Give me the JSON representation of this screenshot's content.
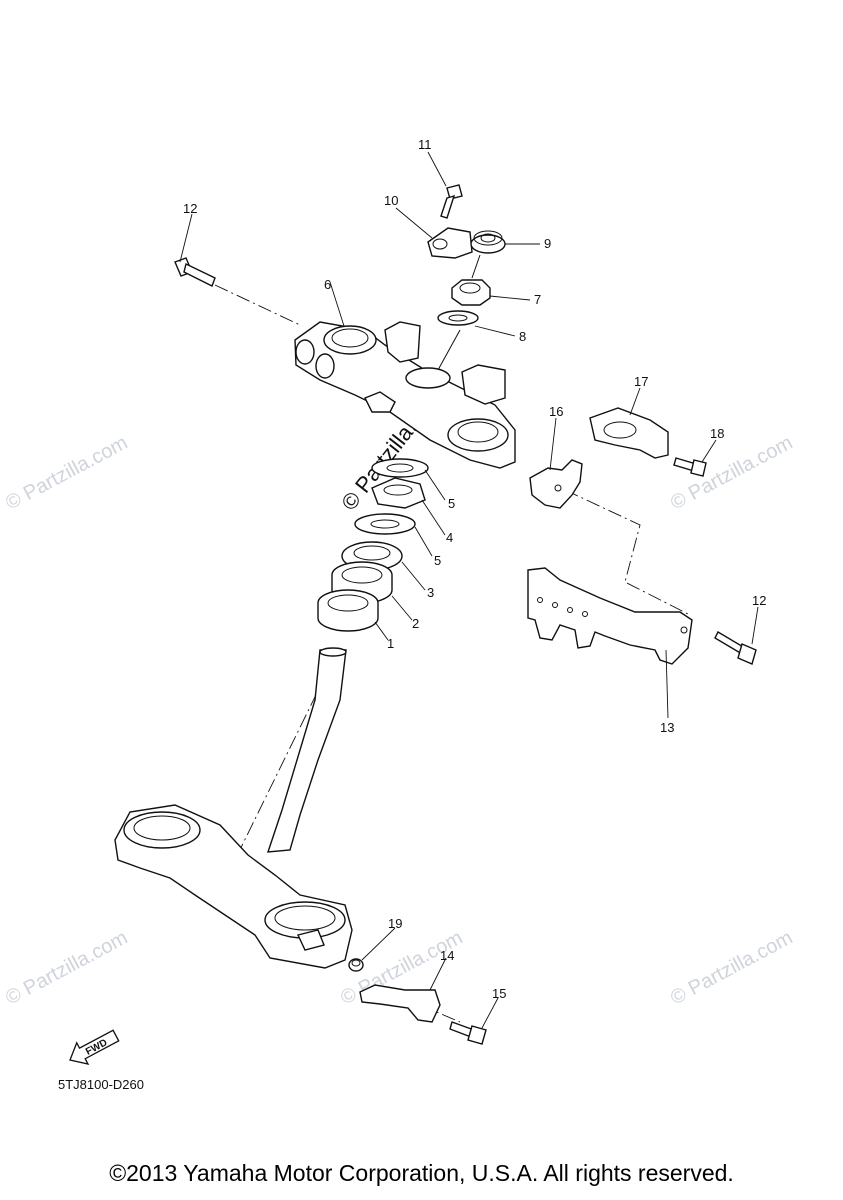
{
  "diagram": {
    "part_code": "5TJ8100-D260",
    "fwd_arrow_label": "FWD",
    "copyright": "©2013 Yamaha Motor Corporation, U.S.A. All rights reserved.",
    "watermark_text": "© Partzilla.com",
    "callouts": [
      {
        "id": "c1",
        "text": "1"
      },
      {
        "id": "c2",
        "text": "2"
      },
      {
        "id": "c3",
        "text": "3"
      },
      {
        "id": "c4",
        "text": "4"
      },
      {
        "id": "c5a",
        "text": "5"
      },
      {
        "id": "c5b",
        "text": "5"
      },
      {
        "id": "c6",
        "text": "6"
      },
      {
        "id": "c7",
        "text": "7"
      },
      {
        "id": "c8",
        "text": "8"
      },
      {
        "id": "c9",
        "text": "9"
      },
      {
        "id": "c10",
        "text": "10"
      },
      {
        "id": "c11",
        "text": "11"
      },
      {
        "id": "c12a",
        "text": "12"
      },
      {
        "id": "c12b",
        "text": "12"
      },
      {
        "id": "c13",
        "text": "13"
      },
      {
        "id": "c14",
        "text": "14"
      },
      {
        "id": "c15",
        "text": "15"
      },
      {
        "id": "c16",
        "text": "16"
      },
      {
        "id": "c17",
        "text": "17"
      },
      {
        "id": "c18",
        "text": "18"
      },
      {
        "id": "c19",
        "text": "19"
      }
    ]
  }
}
